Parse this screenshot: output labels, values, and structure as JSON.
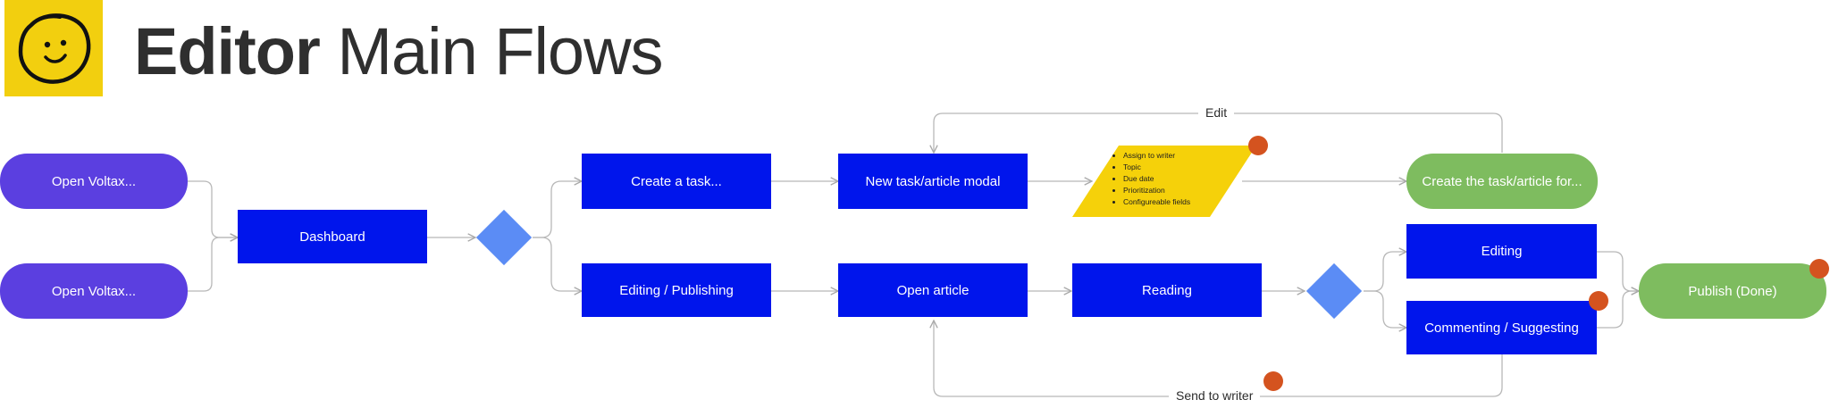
{
  "header": {
    "title_bold": "Editor",
    "title_regular": "Main Flows",
    "logo_icon": "smiley-face-icon",
    "logo_color": "#f2cf0f"
  },
  "nodes": {
    "open_voltax_1": "Open Voltax...",
    "open_voltax_2": "Open Voltax...",
    "dashboard": "Dashboard",
    "create_task": "Create a task...",
    "editing_publishing": "Editing / Publishing",
    "new_task_modal": "New task/article modal",
    "open_article": "Open article",
    "reading": "Reading",
    "create_for": "Create the task/article for...",
    "editing": "Editing",
    "commenting": "Commenting / Suggesting",
    "publish": "Publish (Done)"
  },
  "note": {
    "items": [
      "Assign to writer",
      "Topic",
      "Due date",
      "Prioritization",
      "Configureable fields"
    ]
  },
  "edge_labels": {
    "edit": "Edit",
    "send_to_writer": "Send to writer"
  },
  "colors": {
    "start_node": "#5b3fe0",
    "step_node": "#0015ec",
    "end_node": "#7ebc5f",
    "decision": "#5b8cf5",
    "comment_marker": "#d4531f",
    "sticky_note": "#f5d10a"
  }
}
